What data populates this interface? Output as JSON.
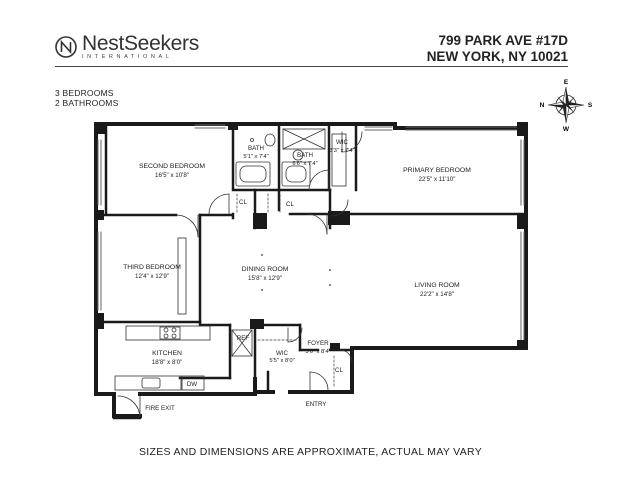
{
  "brand": {
    "name": "NestSeekers",
    "tagline": "INTERNATIONAL"
  },
  "address": {
    "line1": "799 PARK AVE #17D",
    "line2": "NEW YORK, NY 10021"
  },
  "specs": {
    "bedrooms": "3 BEDROOMS",
    "bathrooms": "2 BATHROOMS"
  },
  "compass": {
    "north": "N",
    "south": "S",
    "east": "E",
    "west": "W"
  },
  "rooms": {
    "second_bedroom": {
      "name": "SECOND BEDROOM",
      "dims": "16'5\" x 10'8\""
    },
    "bath1": {
      "name": "BATH",
      "dims": "5'1\" x 7'4\""
    },
    "bath2": {
      "name": "BATH",
      "dims": "6'6\" x 7'4\""
    },
    "wic_primary": {
      "name": "WIC",
      "dims": "3'3\" x 7'4\""
    },
    "primary_bedroom": {
      "name": "PRIMARY BEDROOM",
      "dims": "22'5\" x 11'10\""
    },
    "third_bedroom": {
      "name": "THIRD BEDROOM",
      "dims": "12'4\" x 12'9\""
    },
    "dining_room": {
      "name": "DINING ROOM",
      "dims": "15'8\" x 12'9\""
    },
    "living_room": {
      "name": "LIVING ROOM",
      "dims": "22'2\" x 14'8\""
    },
    "kitchen": {
      "name": "KITCHEN",
      "dims": "18'8\" x 8'0\""
    },
    "wic_hall": {
      "name": "WIC",
      "dims": "5'5\" x 8'0\""
    },
    "foyer": {
      "name": "FOYER",
      "dims": "3'6\" x 8'4\""
    }
  },
  "labels": {
    "cl1": "CL",
    "cl2": "CL",
    "cl3": "CL",
    "ref": "REF",
    "dw": "DW",
    "fire_exit": "FIRE EXIT",
    "entry": "ENTRY"
  },
  "disclaimer": "SIZES AND DIMENSIONS ARE APPROXIMATE, ACTUAL MAY VARY"
}
